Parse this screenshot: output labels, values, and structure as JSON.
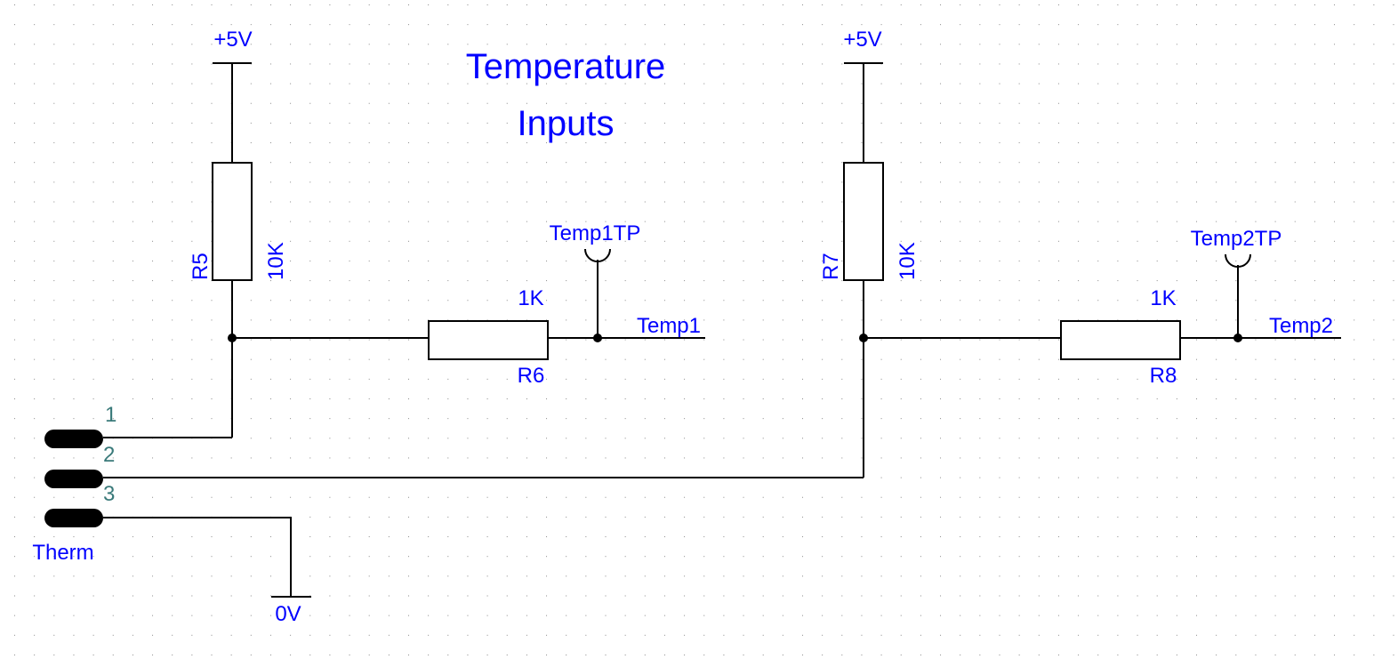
{
  "title": {
    "line1": "Temperature",
    "line2": "Inputs"
  },
  "colors": {
    "label": "#0000ff",
    "pin_number": "#3a7a7a",
    "wire": "#000000",
    "grid": "#888888"
  },
  "power": {
    "left_supply": "+5V",
    "right_supply": "+5V",
    "ground": "0V"
  },
  "resistors": [
    {
      "ref": "R5",
      "value": "10K"
    },
    {
      "ref": "R6",
      "value": "1K"
    },
    {
      "ref": "R7",
      "value": "10K"
    },
    {
      "ref": "R8",
      "value": "1K"
    }
  ],
  "test_points": [
    "Temp1TP",
    "Temp2TP"
  ],
  "nets": [
    "Temp1",
    "Temp2"
  ],
  "connector": {
    "name": "Therm",
    "pins": [
      "1",
      "2",
      "3"
    ]
  }
}
